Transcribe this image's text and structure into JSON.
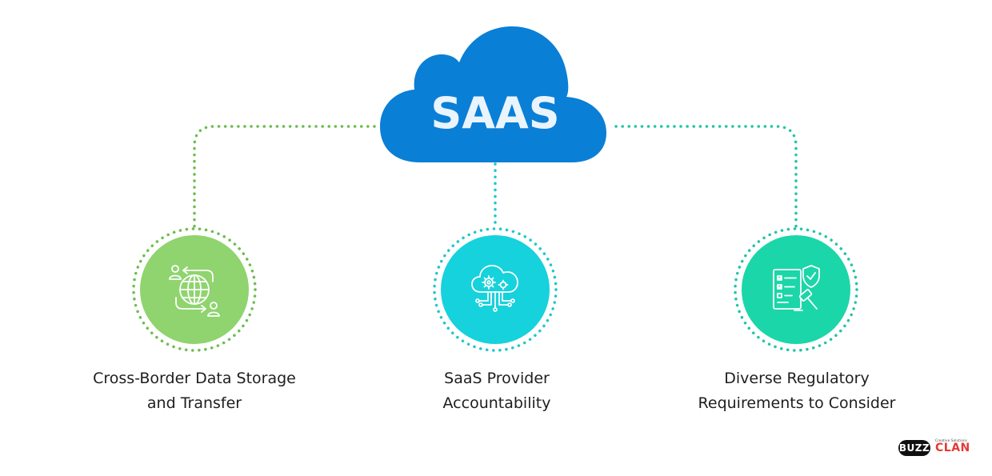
{
  "cloud": {
    "title": "SAAS",
    "color": "#0a7fd6"
  },
  "nodes": [
    {
      "line1": "Cross-Border Data Storage",
      "line2": "and Transfer",
      "icon": "globe-data-transfer-icon",
      "color": "#8fd46e",
      "dot_color": "#6cbd4f"
    },
    {
      "line1": "SaaS Provider",
      "line2": "Accountability",
      "icon": "cloud-gear-network-icon",
      "color": "#16d2dc",
      "dot_color": "#20c6cc"
    },
    {
      "line1": "Diverse Regulatory",
      "line2": "Requirements to Consider",
      "icon": "checklist-shield-gavel-icon",
      "color": "#1bd6a8",
      "dot_color": "#22c4a6"
    }
  ],
  "logo": {
    "brand_left": "BUZZ",
    "brand_right": "CLAN",
    "tagline": "Creative Solutions"
  }
}
